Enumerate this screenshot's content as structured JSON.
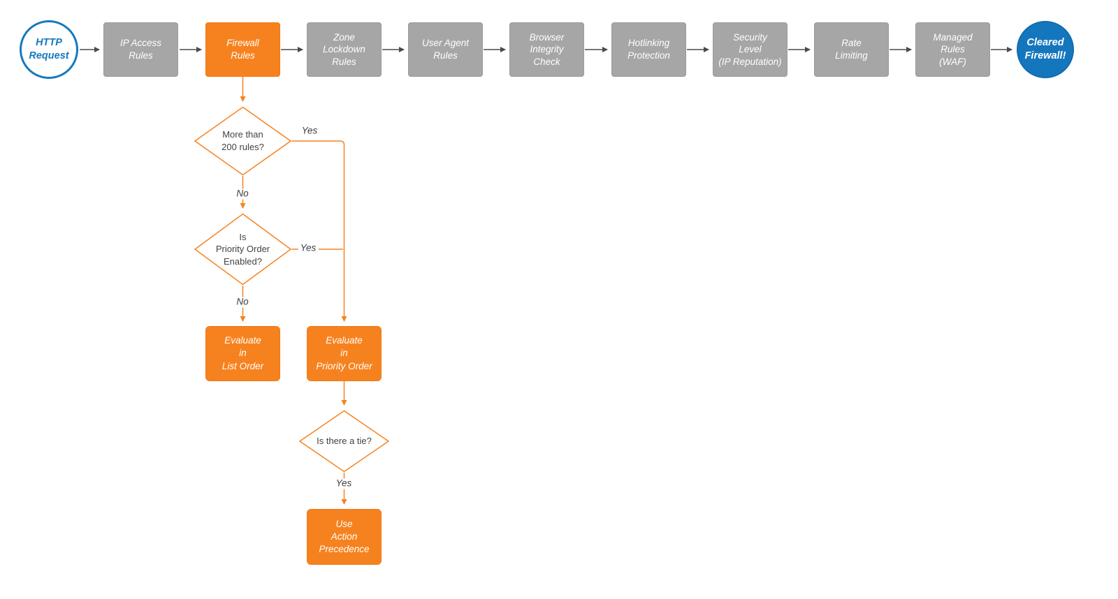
{
  "flow": {
    "start": {
      "label": "HTTP\nRequest"
    },
    "top_nodes": [
      {
        "label": "IP Access\nRules",
        "type": "gray"
      },
      {
        "label": "Firewall\nRules",
        "type": "orange"
      },
      {
        "label": "Zone\nLockdown\nRules",
        "type": "gray"
      },
      {
        "label": "User Agent\nRules",
        "type": "gray"
      },
      {
        "label": "Browser\nIntegrity\nCheck",
        "type": "gray"
      },
      {
        "label": "Hotlinking\nProtection",
        "type": "gray"
      },
      {
        "label": "Security\nLevel\n(IP Reputation)",
        "type": "gray"
      },
      {
        "label": "Rate\nLimiting",
        "type": "gray"
      },
      {
        "label": "Managed\nRules\n(WAF)",
        "type": "gray"
      }
    ],
    "end": {
      "label": "Cleared\nFirewall!"
    },
    "decisions": [
      {
        "label": "More than\n200 rules?"
      },
      {
        "label": "Is\nPriority Order\nEnabled?"
      },
      {
        "label": "Is there a tie?"
      }
    ],
    "actions": [
      {
        "label": "Evaluate\nin\nList Order"
      },
      {
        "label": "Evaluate\nin\nPriority Order"
      },
      {
        "label": "Use\nAction\nPrecedence"
      }
    ],
    "edge_labels": {
      "d1_yes": "Yes",
      "d1_no": "No",
      "d2_yes": "Yes",
      "d2_no": "No",
      "d3_yes": "Yes"
    },
    "colors": {
      "orange": "#f6821f",
      "gray": "#a6a6a6",
      "blue": "#1579be",
      "arrow_dark": "#4a4a4a"
    }
  }
}
